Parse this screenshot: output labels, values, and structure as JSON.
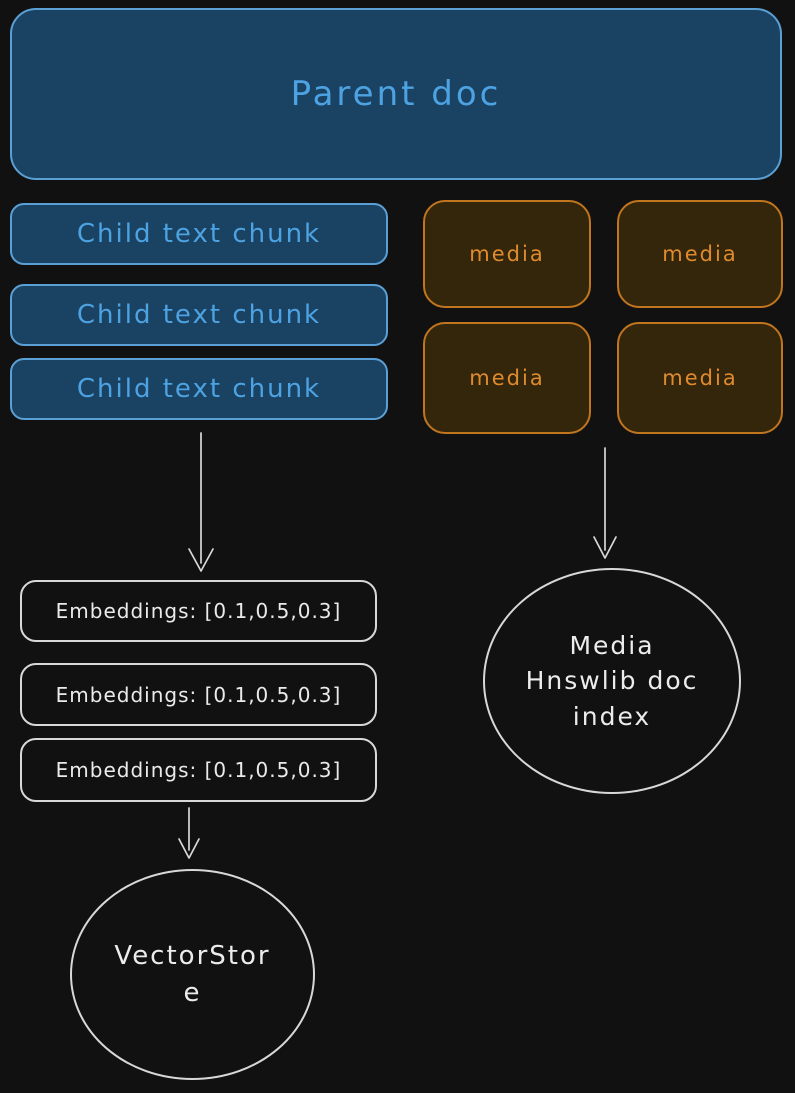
{
  "parent_doc": {
    "label": "Parent doc"
  },
  "child_chunks": [
    {
      "label": "Child text chunk"
    },
    {
      "label": "Child text chunk"
    },
    {
      "label": "Child text chunk"
    }
  ],
  "media_items": [
    {
      "label": "media"
    },
    {
      "label": "media"
    },
    {
      "label": "media"
    },
    {
      "label": "media"
    }
  ],
  "embeddings": [
    {
      "label": "Embeddings: [0.1,0.5,0.3]"
    },
    {
      "label": "Embeddings: [0.1,0.5,0.3]"
    },
    {
      "label": "Embeddings: [0.1,0.5,0.3]"
    }
  ],
  "media_index": {
    "label": "Media Hnswlib doc index",
    "lines": [
      "Media",
      "Hnswlib doc",
      "index"
    ]
  },
  "vector_store": {
    "label": "VectorStore",
    "lines": [
      "VectorStor",
      "e"
    ]
  },
  "colors": {
    "background": "#111112",
    "blue_fill": "#1a4263",
    "blue_border": "#5ba0d4",
    "blue_text": "#4da2e2",
    "orange_fill": "#33260a",
    "orange_border": "#c1751f",
    "orange_text": "#e08a2e",
    "white_stroke": "#d8d8d8",
    "white_text": "#ececec"
  }
}
